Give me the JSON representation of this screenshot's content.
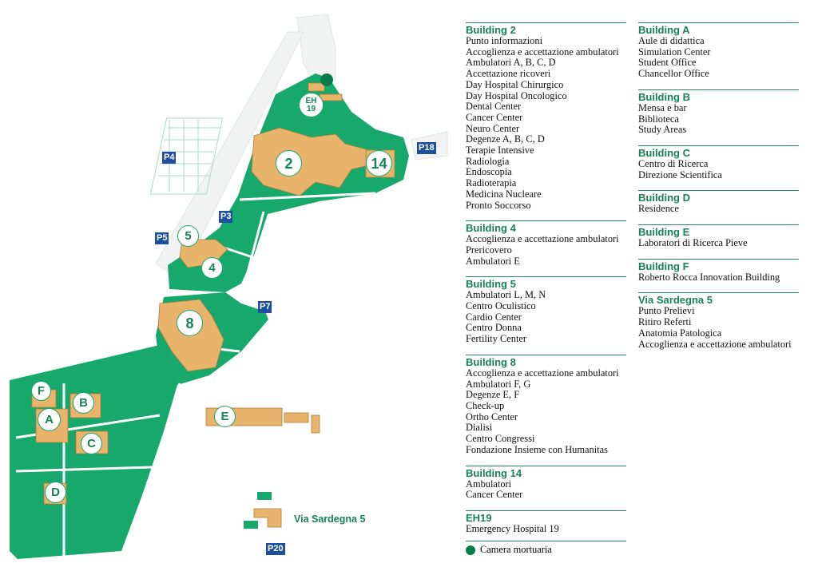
{
  "map": {
    "buildings": [
      {
        "id": "2",
        "label": "2"
      },
      {
        "id": "14",
        "label": "14"
      },
      {
        "id": "eh19",
        "label": "EH 19",
        "l1": "EH",
        "l2": "19"
      },
      {
        "id": "5",
        "label": "5"
      },
      {
        "id": "4",
        "label": "4"
      },
      {
        "id": "8",
        "label": "8"
      },
      {
        "id": "F",
        "label": "F"
      },
      {
        "id": "B",
        "label": "B"
      },
      {
        "id": "A",
        "label": "A"
      },
      {
        "id": "C",
        "label": "C"
      },
      {
        "id": "E",
        "label": "E"
      },
      {
        "id": "D",
        "label": "D"
      }
    ],
    "parkings": [
      "P4",
      "P3",
      "P5",
      "P7",
      "P18",
      "P20"
    ],
    "via_sardegna_label": "Via Sardegna 5",
    "colors": {
      "green": "#17a86b",
      "building": "#e8b46c",
      "parking": "#1d4f9c",
      "heading": "#178257"
    }
  },
  "legend": {
    "column1": [
      {
        "title": "Building 2",
        "items": [
          "Punto informazioni",
          "Accoglienza e accettazione ambulatori",
          "Ambulatori A, B, C, D",
          "Accettazione ricoveri",
          "Day Hospital Chirurgico",
          "Day Hospital Oncologico",
          "Dental Center",
          "Cancer Center",
          "Neuro Center",
          "Degenze A, B, C, D",
          "Terapie Intensive",
          "Radiologia",
          "Endoscopia",
          "Radioterapia",
          "Medicina Nucleare",
          "Pronto Soccorso"
        ]
      },
      {
        "title": "Building 4",
        "items": [
          "Accoglienza e accettazione ambulatori",
          "Prericovero",
          "Ambulatori E"
        ]
      },
      {
        "title": "Building 5",
        "items": [
          "Ambulatori L, M, N",
          "Centro Oculistico",
          "Cardio Center",
          "Centro Donna",
          "Fertility Center"
        ]
      },
      {
        "title": "Building 8",
        "items": [
          "Accoglienza e accettazione ambulatori",
          "Ambulatori F, G",
          "Degenze E, F",
          "Check-up",
          "Ortho Center",
          "Dialisi",
          "Centro Congressi",
          "Fondazione Insieme con Humanitas"
        ]
      },
      {
        "title": "Building 14",
        "items": [
          "Ambulatori",
          "Cancer Center"
        ]
      },
      {
        "title": "EH19",
        "items": [
          "Emergency Hospital 19"
        ]
      }
    ],
    "column2": [
      {
        "title": "Building A",
        "items": [
          "Aule di didattica",
          "Simulation Center",
          "Student Office",
          "Chancellor Office"
        ]
      },
      {
        "title": "Building B",
        "items": [
          "Mensa e bar",
          "Biblioteca",
          "Study Areas"
        ]
      },
      {
        "title": "Building C",
        "items": [
          "Centro di Ricerca",
          "Direzione Scientifica"
        ]
      },
      {
        "title": "Building D",
        "items": [
          "Residence"
        ]
      },
      {
        "title": "Building E",
        "items": [
          "Laboratori di Ricerca Pieve"
        ]
      },
      {
        "title": "Building F",
        "items": [
          "Roberto Rocca Innovation Building"
        ]
      },
      {
        "title": "Via Sardegna 5",
        "items": [
          "Punto Prelievi",
          "Ritiro Referti",
          "Anatomia Patologica",
          "Accoglienza e accettazione ambulatori"
        ]
      }
    ],
    "camera_mortuaria": "Camera mortuaria"
  }
}
